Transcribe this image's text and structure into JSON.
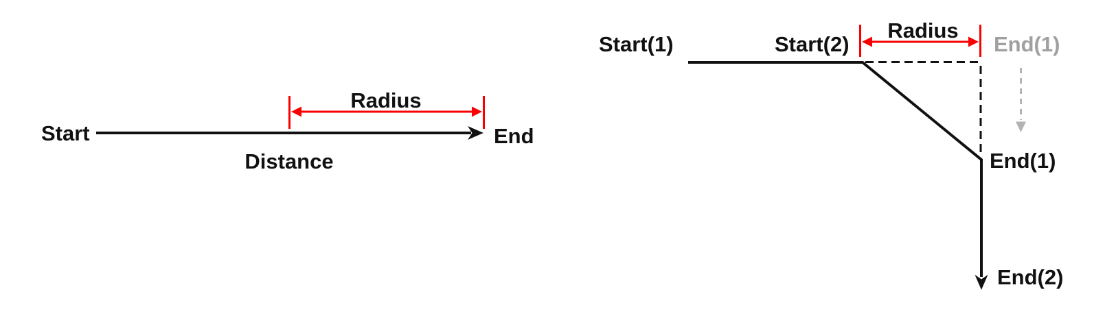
{
  "colors": {
    "ink": "#111111",
    "red": "#fa0000",
    "ghost_text": "#a0a0a0",
    "ghost_arrow": "#b3b3b3"
  },
  "left_diagram": {
    "start_label": "Start",
    "end_label": "End",
    "radius_label": "Radius",
    "distance_label": "Distance"
  },
  "right_diagram": {
    "start1_label": "Start(1)",
    "start2_label": "Start(2)",
    "radius_label": "Radius",
    "end1_ghost_label": "End(1)",
    "end1_label": "End(1)",
    "end2_label": "End(2)"
  }
}
